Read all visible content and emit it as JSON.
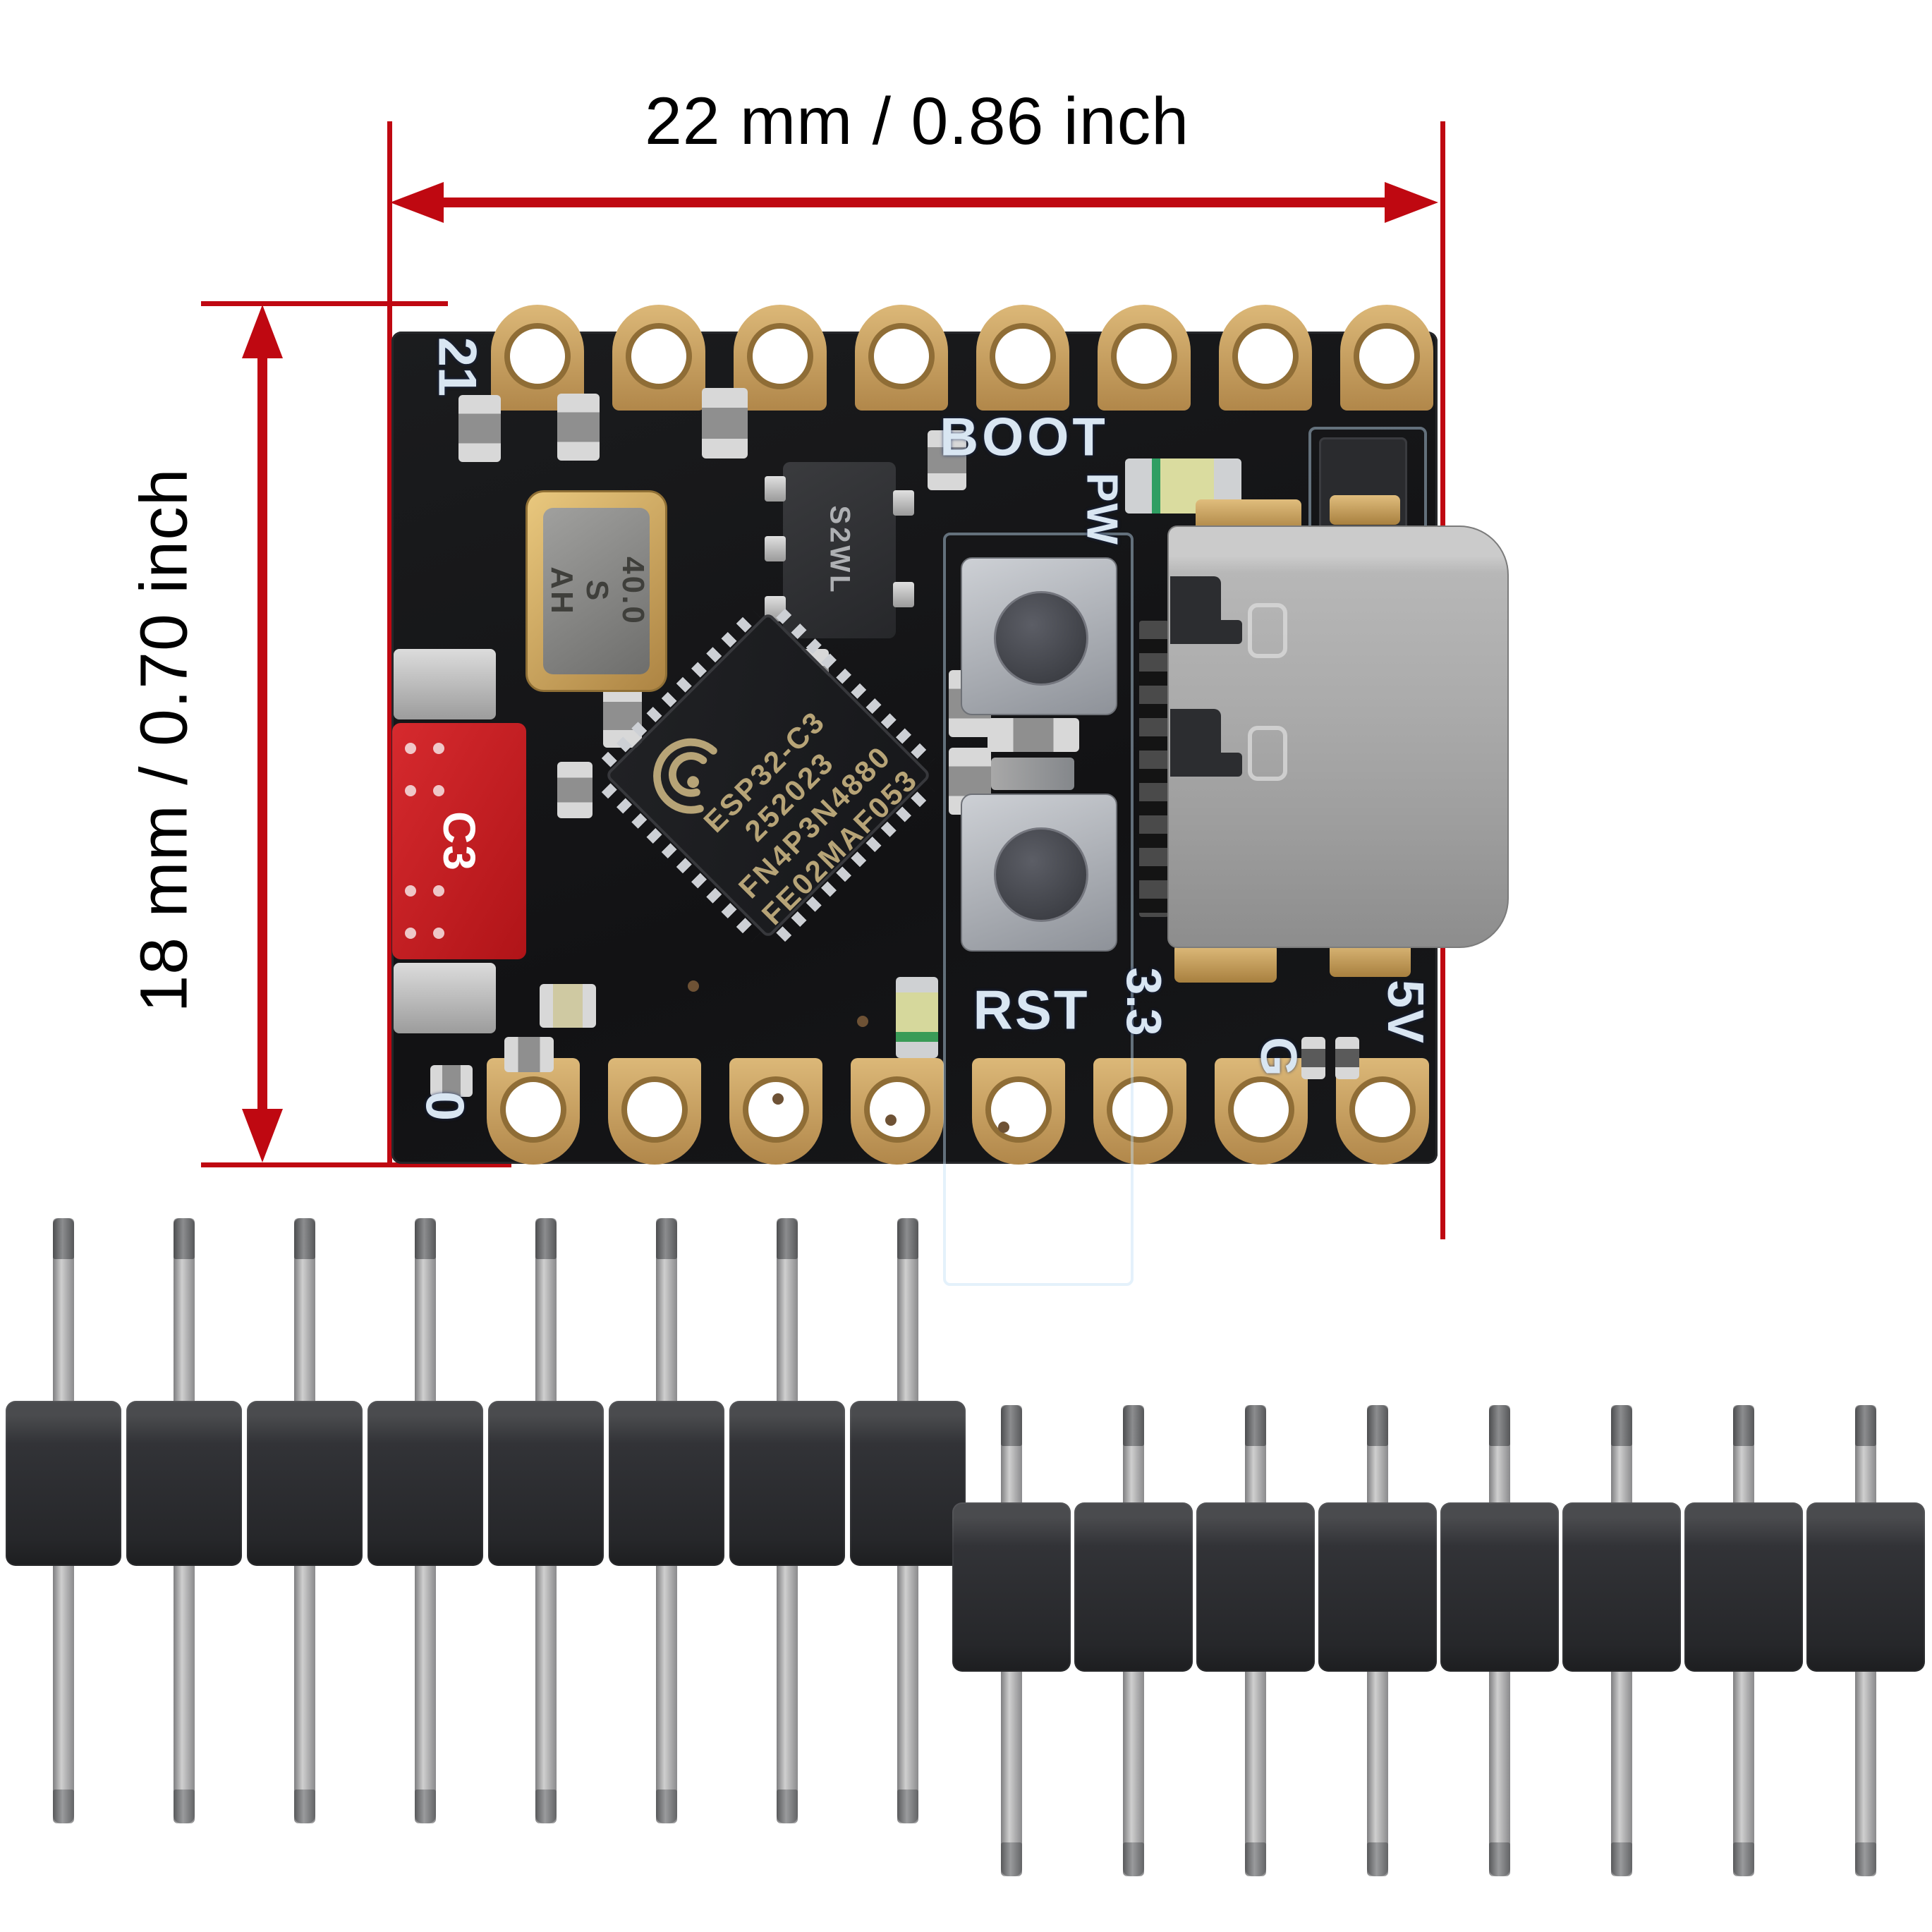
{
  "annotations": {
    "width_label": "22 mm / 0.86 inch",
    "height_label": "18 mm / 0.70 inch",
    "arrow_color": "#bf0811"
  },
  "board": {
    "silkscreen": {
      "pin_top_left": "21",
      "pin_bottom_left": "0",
      "boot": "BOOT",
      "pw": "PW",
      "rst": "RST",
      "v33": "3.3",
      "gnd": "G",
      "v5": "5V"
    },
    "chip": {
      "lines": [
        "ESP32-C3",
        "252023",
        "FN4P3N4880",
        "FE02MAF053"
      ]
    },
    "crystal": {
      "line1": "40.0",
      "line2": "S AH"
    },
    "regulator": {
      "marking": "S2WL"
    },
    "antenna": {
      "marking": "C3"
    },
    "pads": {
      "top_count": 8,
      "bottom_count": 8
    },
    "colors": {
      "pcb": "#17181a",
      "pad_gold": "#c09a55",
      "silkscreen": "#d9e6f2",
      "antenna_red": "#c41e22",
      "usb_metal": "#ababab"
    }
  },
  "headers": {
    "left": {
      "pin_count": 8
    },
    "right": {
      "pin_count": 8
    }
  }
}
